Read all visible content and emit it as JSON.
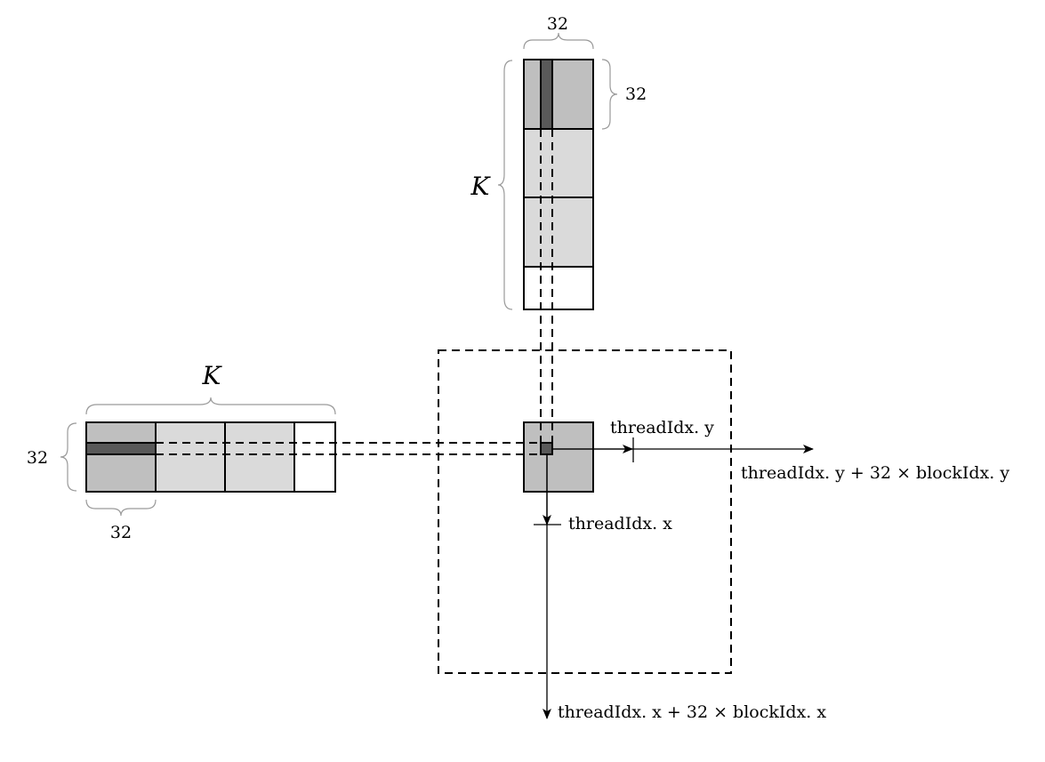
{
  "labels": {
    "b_width": "32",
    "b_height": "32",
    "b_k": "K",
    "a_k": "K",
    "a_height": "32",
    "a_width": "32",
    "thread_y": "threadIdx. y",
    "thread_y_global": "threadIdx. y + 32 × blockIdx. y",
    "thread_x": "threadIdx. x",
    "thread_x_global": "threadIdx. x + 32 × blockIdx. x"
  },
  "colors": {
    "tile_active": "#bfbfbf",
    "tile_inactive": "#dadada",
    "tile_empty": "#ffffff",
    "strip": "#595959",
    "brace": "#9a9a9a"
  },
  "matrix_b_tiles": [
    "active",
    "inactive",
    "inactive",
    "partial"
  ],
  "matrix_a_tiles": [
    "active",
    "inactive",
    "inactive",
    "partial"
  ]
}
